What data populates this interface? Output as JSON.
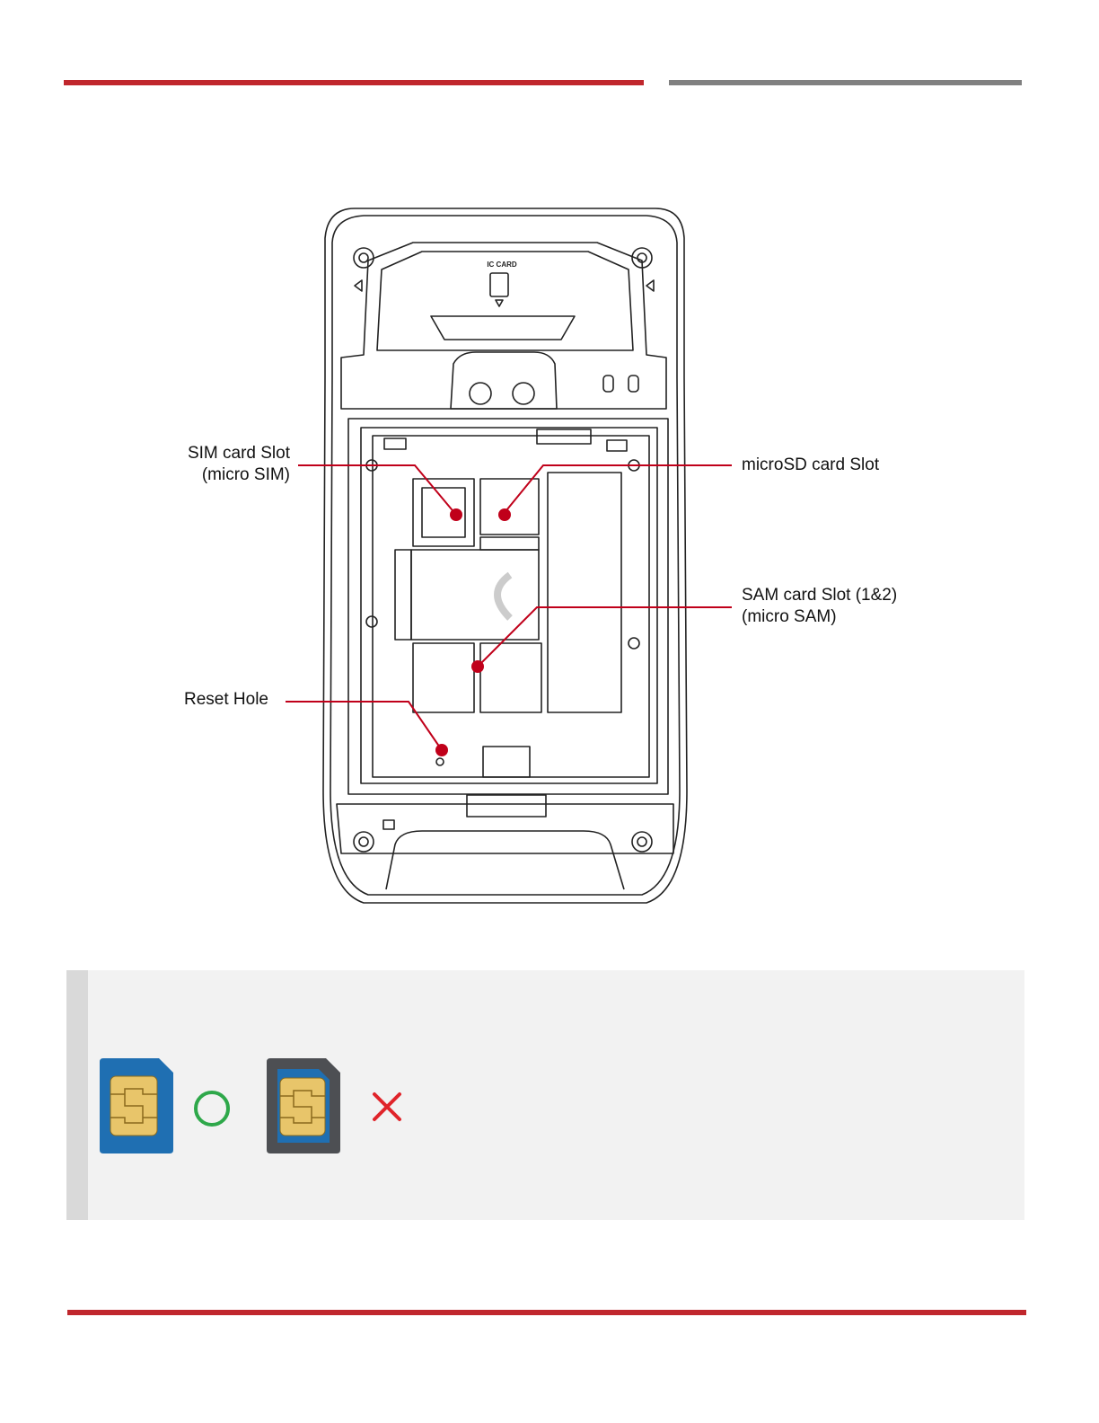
{
  "colors": {
    "accent_red": "#c0272d",
    "rule_gray": "#808080",
    "callout_dot": "#c0001a",
    "note_bg": "#f2f2f2",
    "sim_blue": "#1f6fb2",
    "sim_gray": "#4d4f53",
    "chip_gold": "#e8c56a",
    "ok_green": "#2ea84a",
    "ng_red": "#e0242a"
  },
  "diagram": {
    "device_labels": {
      "ic_card": "IC CARD"
    },
    "callouts": {
      "sim_slot": {
        "line1": "SIM  card Slot",
        "line2": "(micro SIM)"
      },
      "microsd_slot": {
        "line1": "microSD card Slot"
      },
      "sam_slot": {
        "line1": "SAM  card Slot (1&2)",
        "line2": "(micro SAM)"
      },
      "reset_hole": {
        "line1": "Reset Hole"
      }
    }
  },
  "note": {
    "items": [
      {
        "icon": "micro-sim-card-icon",
        "status": "correct",
        "status_icon": "circle-ok-icon"
      },
      {
        "icon": "nano-sim-in-adapter-icon",
        "status": "incorrect",
        "status_icon": "cross-ng-icon"
      }
    ]
  }
}
